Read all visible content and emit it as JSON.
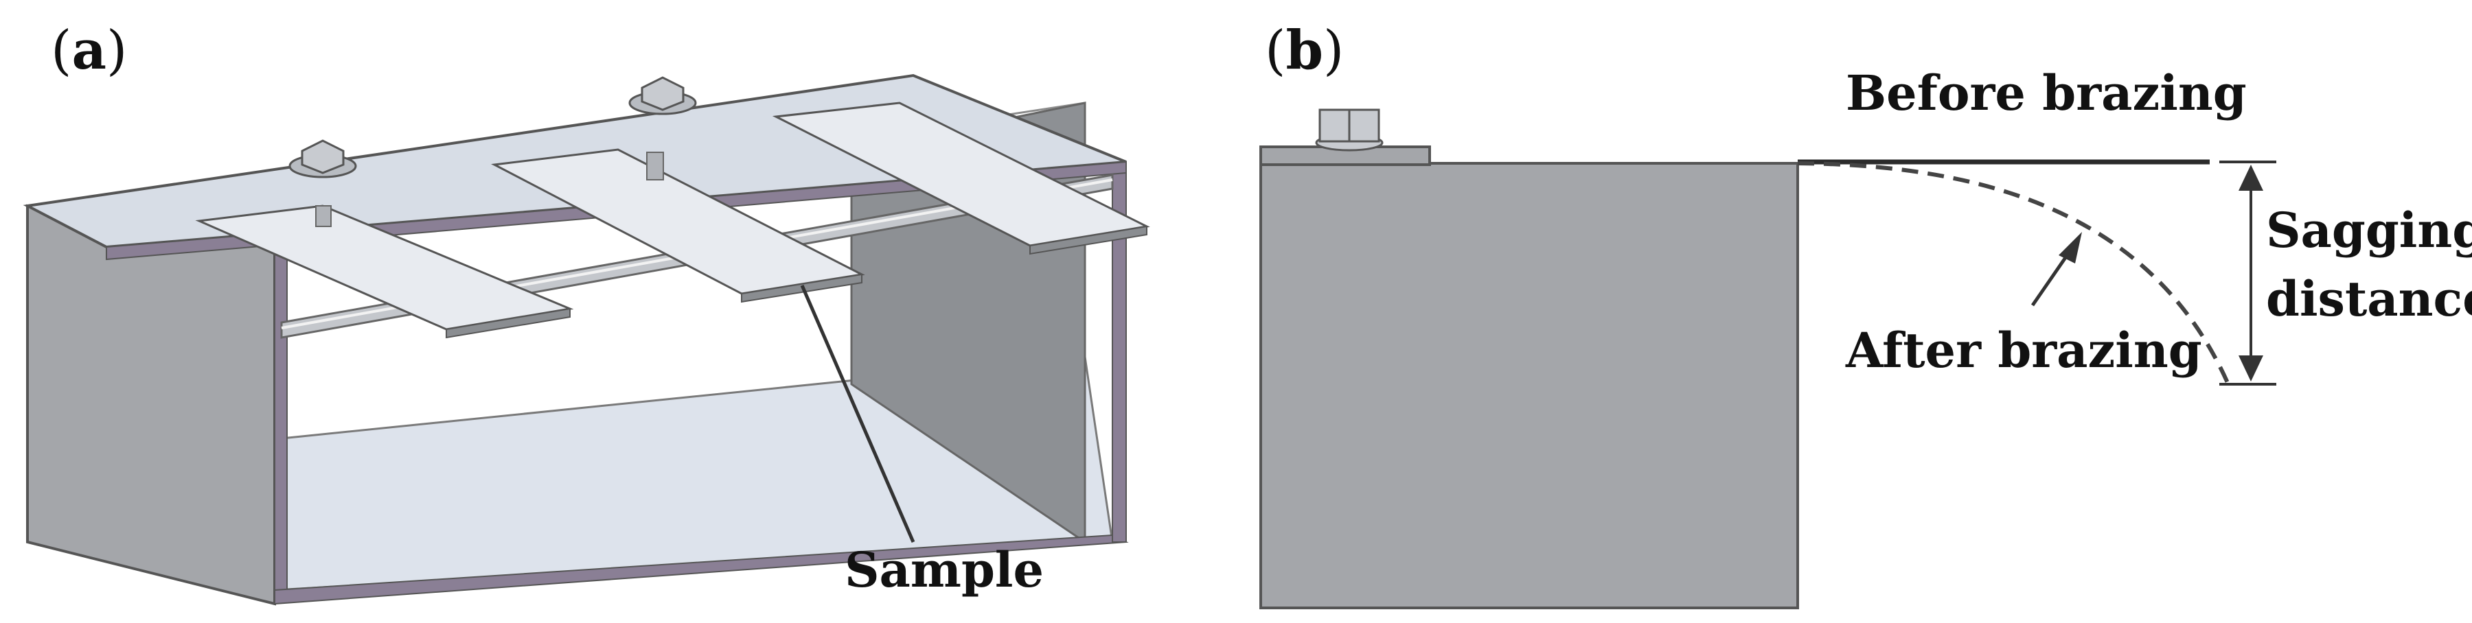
{
  "panels": {
    "a": {
      "label_open": "(",
      "label_letter": "a",
      "label_close": ")"
    },
    "b": {
      "label_open": "(",
      "label_letter": "b",
      "label_close": ")"
    }
  },
  "annotations": {
    "sample": "Sample",
    "before_brazing": "Before brazing",
    "after_brazing": "After brazing",
    "sagging_line1": "Sagging",
    "sagging_line2": "distance"
  },
  "colors": {
    "fixture_face": "#a4a6aa",
    "fixture_outline": "#555555",
    "fixture_top": "#d7dde6",
    "fixture_edge_purple": "#8a7f95",
    "inner_floor": "#dde3ec",
    "side_dark": "#8a8d91",
    "sample_strip": "#e8ebf0",
    "rod": "#c4c7cc",
    "line": "#2b2b2b",
    "dashed_curve": "#444444"
  }
}
